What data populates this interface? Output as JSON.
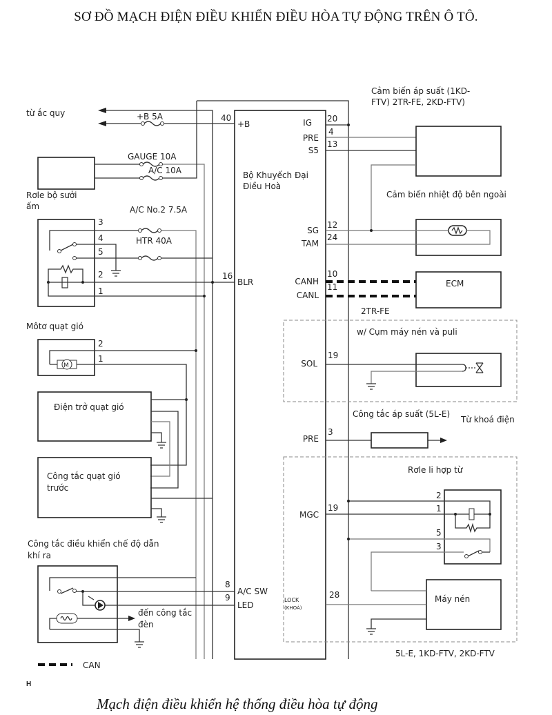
{
  "title": "SƠ ĐỒ MẠCH ĐIỆN ĐIỀU KHIỂN ĐIỀU HÒA TỰ ĐỘNG TRÊN Ô TÔ.",
  "caption": "Mạch điện điều khiển hệ thống điều hòa tự động",
  "corner_mark": "H",
  "amplifier": {
    "name_line1": "Bộ Khuyếch Đại",
    "name_line2": "Điều Hoà",
    "terminals_left": [
      {
        "pin": "40",
        "label": "+B"
      },
      {
        "pin": "16",
        "label": "BLR"
      },
      {
        "pin": "8",
        "label": "A/C SW"
      },
      {
        "pin": "9",
        "label": "LED"
      }
    ],
    "terminals_right": [
      {
        "pin": "20",
        "label": "IG"
      },
      {
        "pin": "4",
        "label": "PRE"
      },
      {
        "pin": "13",
        "label": "S5"
      },
      {
        "pin": "12",
        "label": "SG"
      },
      {
        "pin": "24",
        "label": "TAM"
      },
      {
        "pin": "10",
        "label": "CANH"
      },
      {
        "pin": "11",
        "label": "CANL"
      },
      {
        "pin": "19",
        "label": "SOL"
      },
      {
        "pin": "3",
        "label": "PRE"
      },
      {
        "pin": "19",
        "label": "MGC"
      },
      {
        "pin": "28",
        "label": "LOCK"
      },
      {
        "pin": "",
        "label": "(KHOÁ)"
      }
    ]
  },
  "battery": {
    "label": "từ ắc quy"
  },
  "fuses": {
    "b5a": "+B 5A",
    "gauge": "GAUGE 10A",
    "ac10": "A/C 10A",
    "ac_no2": "A/C No.2 7.5A",
    "htr": "HTR 40A"
  },
  "heater_relay": {
    "label_line1": "Rơle bộ sưởi",
    "label_line2": "ấm",
    "pins": [
      "3",
      "4",
      "5",
      "2",
      "1"
    ]
  },
  "blower_motor": {
    "label": "Môtơ quạt gió",
    "pins": [
      "2",
      "1"
    ],
    "symbol": "M"
  },
  "blower_resistor": {
    "label": "Điện trở quạt gió"
  },
  "blower_switch": {
    "label_line1": "Công tắc quạt gió",
    "label_line2": "trước"
  },
  "mode_switch": {
    "label_line1": "Công tắc điều khiển chế độ dẫn",
    "label_line2": "khí ra",
    "to_light_line1": "đến công tắc",
    "to_light_line2": "đèn"
  },
  "pressure_sensor": {
    "label_line1": "Cảm biến áp suất          (1KD-",
    "label_line2": "FTV) 2TR-FE, 2KD-FTV)"
  },
  "ambient_sensor": {
    "label": "Cảm biến nhiệt độ bên ngoài"
  },
  "ecm": {
    "label": "ECM",
    "variant": "2TR-FE"
  },
  "compressor_pulley": {
    "label": "w/ Cụm máy nén và puli"
  },
  "pressure_switch": {
    "label": "Công tắc áp suất (5L-E)",
    "ignition_label": "Từ khoá điện"
  },
  "magnetic_clutch_relay": {
    "label": "Rơle li hợp từ",
    "pins": [
      "2",
      "1",
      "5",
      "3"
    ]
  },
  "compressor": {
    "label": "Máy nén",
    "variants": "5L-E, 1KD-FTV, 2KD-FTV"
  },
  "legend": {
    "can_label": "CAN"
  }
}
